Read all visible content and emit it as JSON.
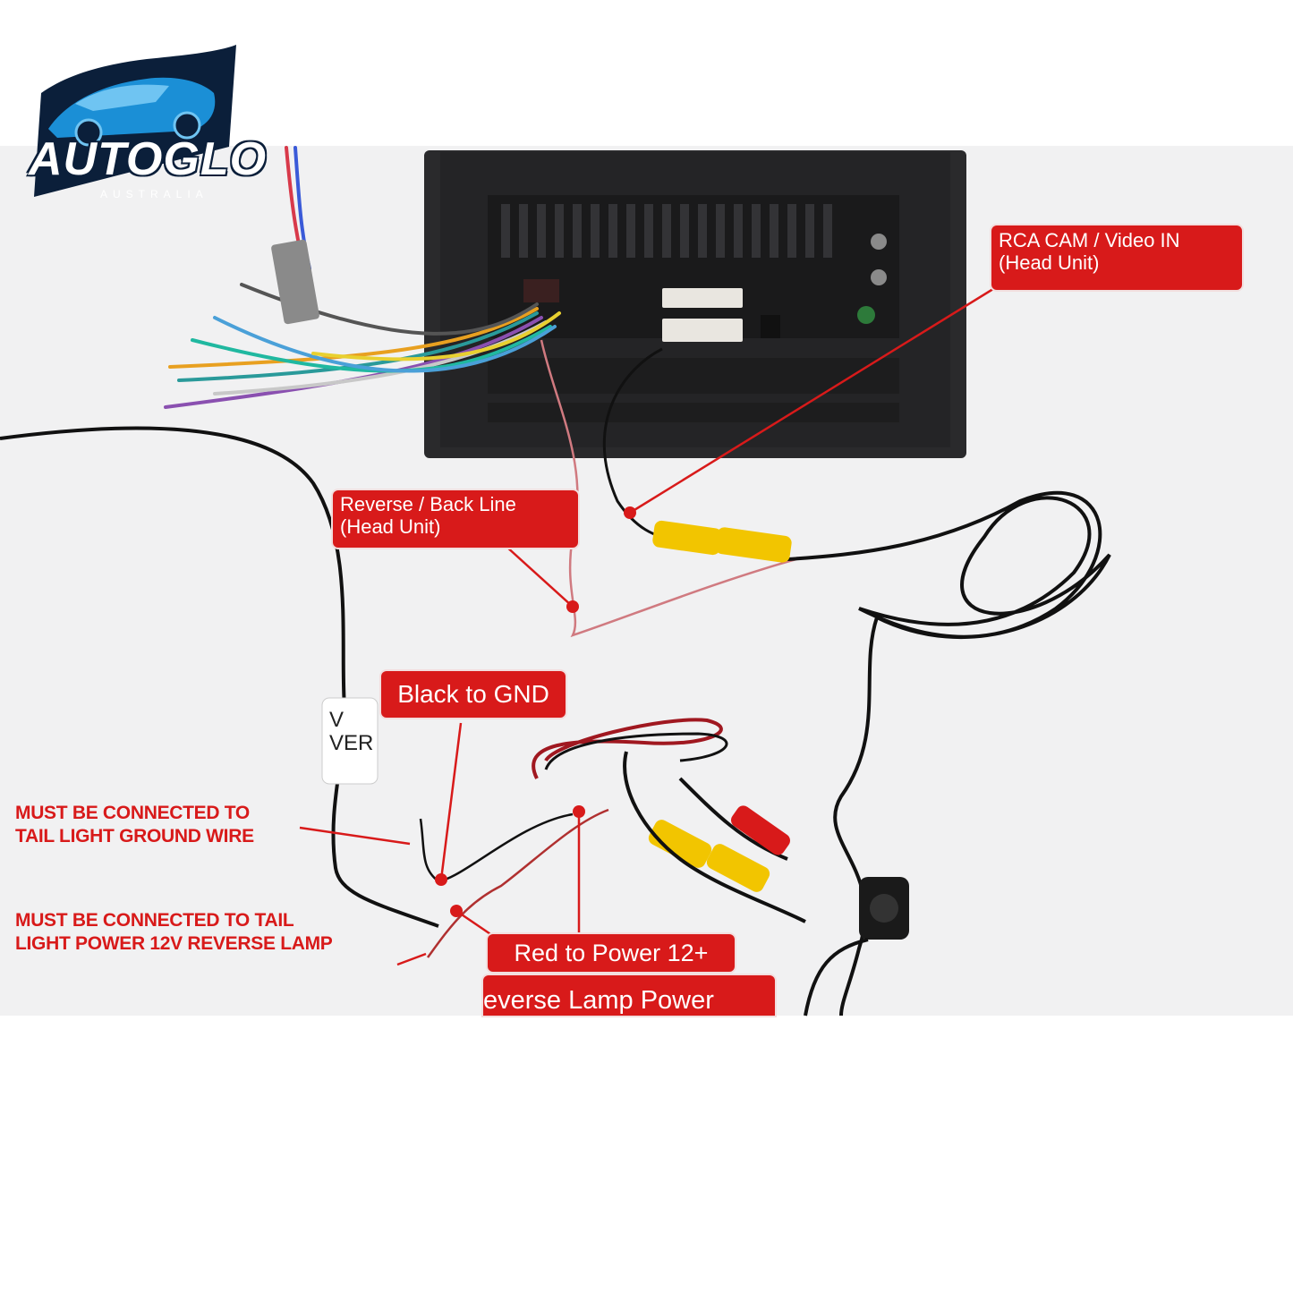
{
  "brand": {
    "name": "AUTOGLO",
    "tagline": "AUSTRALIA",
    "colors": {
      "primary": "#1b8fd6",
      "dark": "#0b1f3a"
    }
  },
  "labels": {
    "rca": {
      "line1": "RCA CAM / Video IN",
      "line2": "(Head Unit)"
    },
    "reverse": {
      "line1": "Reverse / Back Line",
      "line2": "(Head Unit)"
    },
    "gnd": "Black to GND",
    "power": "Red to Power 12+",
    "lamp": "everse Lamp Power"
  },
  "notes": {
    "ground": {
      "line1": "MUST BE CONNECTED TO",
      "line2": "TAIL LIGHT GROUND WIRE"
    },
    "power": {
      "line1": "MUST BE CONNECTED TO TAIL",
      "line2": "LIGHT POWER 12V REVERSE LAMP"
    }
  },
  "wire_tag": {
    "line1": "V",
    "line2": "VER"
  },
  "colors": {
    "label_red": "#d81a1a",
    "wire_black": "#111111",
    "rca_yellow": "#f2c500"
  },
  "icons": [
    "car-logo-icon",
    "head-unit-icon",
    "rca-connector-icon",
    "reverse-camera-icon"
  ]
}
